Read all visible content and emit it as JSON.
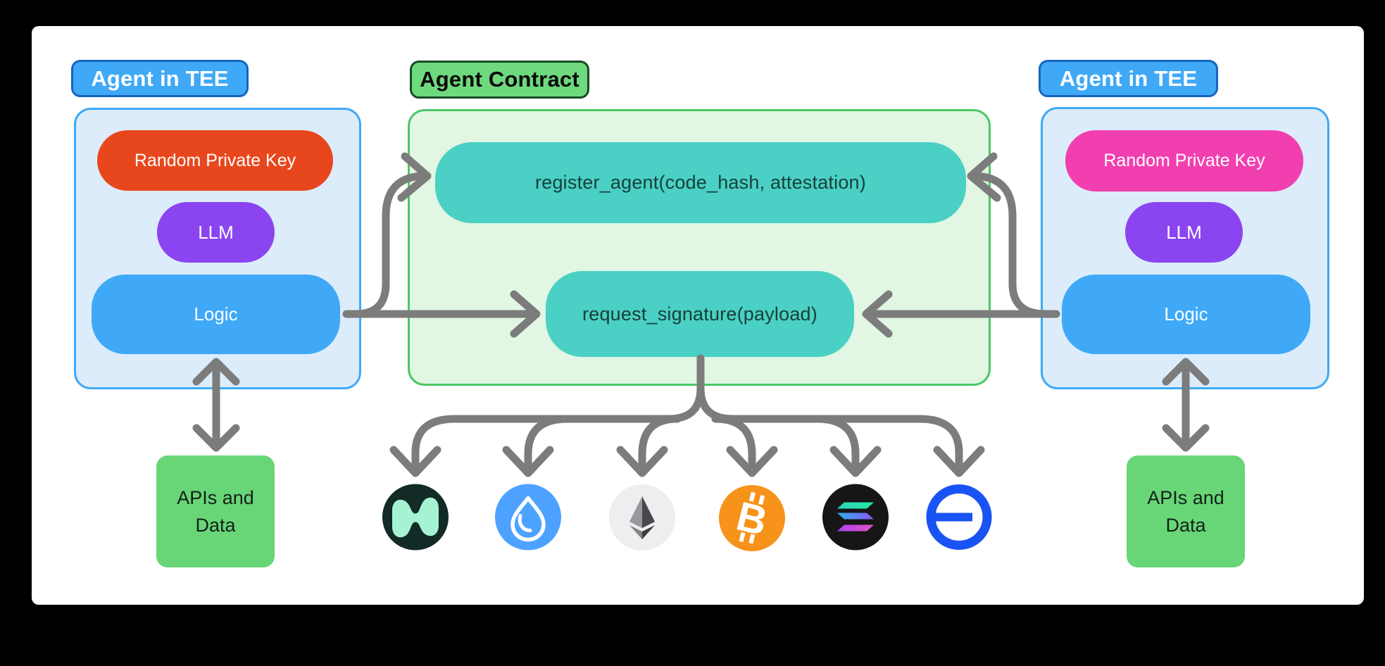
{
  "panel": {
    "frame_bg": "#000000",
    "bg": "#ffffff"
  },
  "left_agent": {
    "label": "Agent in TEE",
    "private_key": "Random Private Key",
    "llm": "LLM",
    "logic": "Logic",
    "apis_line1": "APIs and",
    "apis_line2": "Data"
  },
  "right_agent": {
    "label": "Agent in TEE",
    "private_key": "Random Private Key",
    "llm": "LLM",
    "logic": "Logic",
    "apis_line1": "APIs and",
    "apis_line2": "Data"
  },
  "contract": {
    "label": "Agent Contract",
    "register_fn": "register_agent(code_hash, attestation)",
    "request_fn": "request_signature(payload)"
  },
  "chains": [
    {
      "name": "NEAR",
      "icon": "near-icon"
    },
    {
      "name": "Sui",
      "icon": "sui-icon"
    },
    {
      "name": "Ethereum",
      "icon": "ethereum-icon"
    },
    {
      "name": "Bitcoin",
      "icon": "bitcoin-icon"
    },
    {
      "name": "Solana",
      "icon": "solana-icon"
    },
    {
      "name": "Base",
      "icon": "base-icon"
    }
  ],
  "icons": {
    "bitcoin_glyph": "B"
  },
  "colors": {
    "tee_label_fill": "#3fa9f7",
    "tee_label_border": "#1565c0",
    "tee_box_fill": "#dcecfb",
    "tee_box_border": "#3fa9f7",
    "private_key_left": "#e8471d",
    "private_key_right": "#f23fb0",
    "llm_fill": "#8b45f0",
    "logic_fill": "#3fa9f7",
    "contract_label_fill": "#6ed97d",
    "contract_label_border": "#164b24",
    "contract_box_fill": "#e1f6e3",
    "contract_box_border": "#4cc766",
    "function_pill_fill": "#4ad0c4",
    "function_text": "#17403b",
    "apis_fill": "#68d677",
    "arrow_gray": "#7c7c7c",
    "near_bg": "#122b26",
    "near_glyph": "#a5f3d3",
    "sui_bg": "#4da2ff",
    "eth_bg": "#eceeef",
    "btc_bg": "#f7931a",
    "sol_bg": "#161616",
    "base_blue": "#1a53f3"
  }
}
